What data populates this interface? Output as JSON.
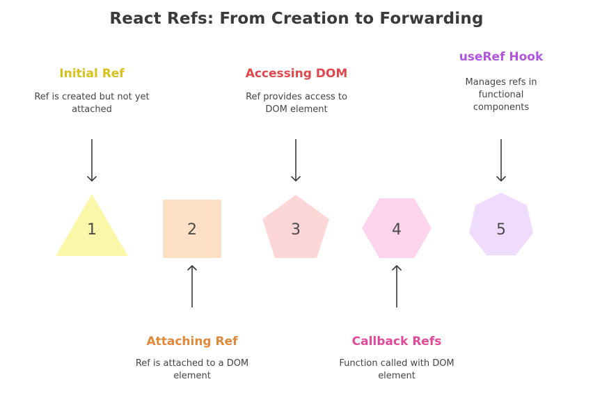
{
  "title": "React Refs: From Creation to Forwarding",
  "colors": {
    "step1_fill": "#fbf7a8",
    "step2_fill": "#fde0c6",
    "step3_fill": "#fdd7d7",
    "step4_fill": "#fcd4ec",
    "step5_fill": "#efdcfc",
    "step1_label": "#d8c21a",
    "step2_label": "#e2883a",
    "step3_label": "#e0474c",
    "step4_label": "#e0489a",
    "step5_label": "#b054e0",
    "arrow": "#3a3a3a"
  },
  "steps": [
    {
      "number": "1",
      "shape": "triangle-icon",
      "label": "Initial Ref",
      "description": "Ref is created but not yet attached",
      "position": "top"
    },
    {
      "number": "2",
      "shape": "square-icon",
      "label": "Attaching Ref",
      "description": "Ref is attached to a DOM element",
      "position": "bottom"
    },
    {
      "number": "3",
      "shape": "pentagon-icon",
      "label": "Accessing DOM",
      "description": "Ref provides access to DOM element",
      "position": "top"
    },
    {
      "number": "4",
      "shape": "hexagon-icon",
      "label": "Callback Refs",
      "description": "Function called with DOM element",
      "position": "bottom"
    },
    {
      "number": "5",
      "shape": "heptagon-icon",
      "label": "useRef Hook",
      "description": "Manages refs in functional components",
      "position": "top"
    }
  ]
}
